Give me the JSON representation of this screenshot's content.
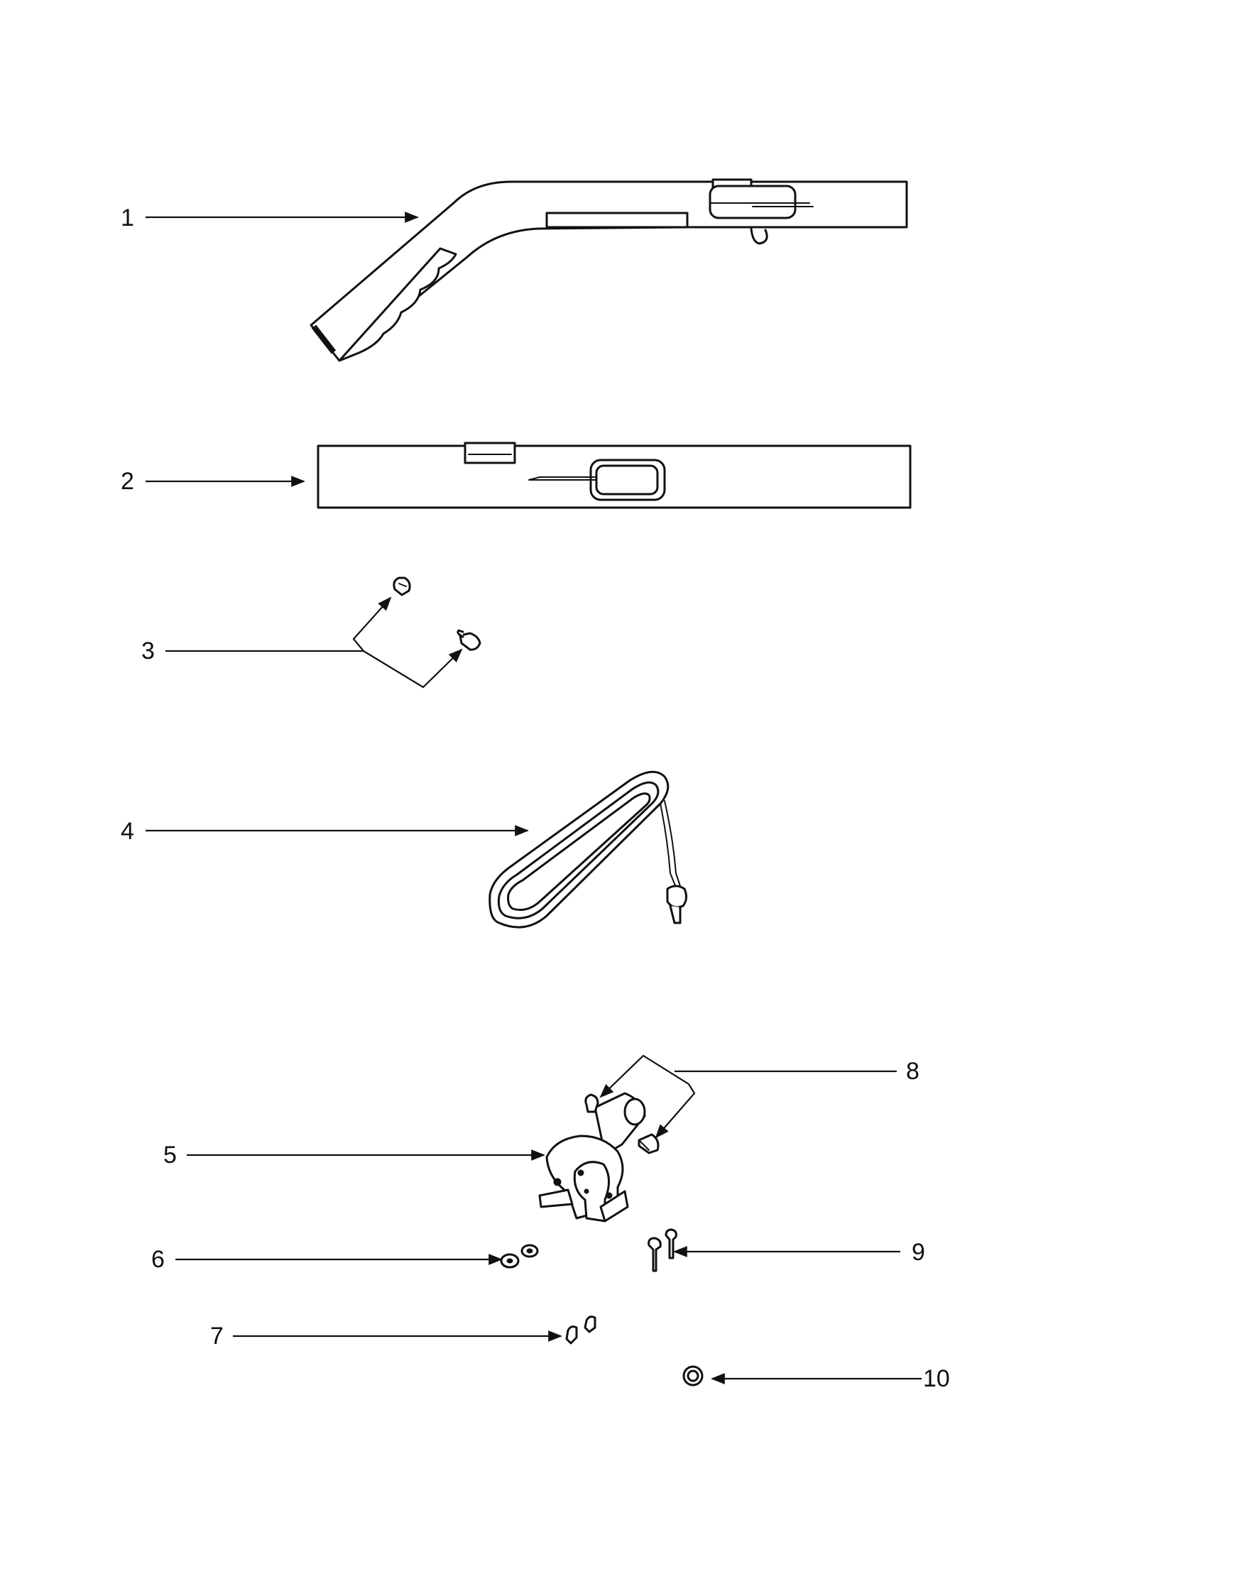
{
  "diagram": {
    "type": "exploded-parts-diagram",
    "ink_color": "#111111",
    "background_color": "#ffffff",
    "callouts": [
      {
        "number": "1"
      },
      {
        "number": "2"
      },
      {
        "number": "3"
      },
      {
        "number": "4"
      },
      {
        "number": "5"
      },
      {
        "number": "6"
      },
      {
        "number": "7"
      },
      {
        "number": "8"
      },
      {
        "number": "9"
      },
      {
        "number": "10"
      }
    ]
  }
}
